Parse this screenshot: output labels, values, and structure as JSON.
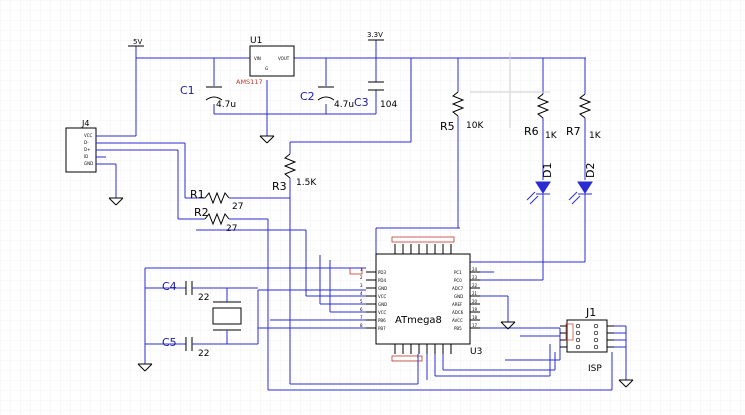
{
  "net_labels": {
    "five_volt": "5V",
    "three_v3": "3.3V"
  },
  "components": {
    "U1": {
      "ref": "U1",
      "part": "AMS117",
      "pin_vin": "VIN",
      "pin_vout": "VOUT",
      "pin_gnd": "G"
    },
    "C1": {
      "ref": "C1",
      "value": "4.7u"
    },
    "C2": {
      "ref": "C2",
      "value": "4.7u"
    },
    "C3": {
      "ref": "C3",
      "value": "104"
    },
    "R1": {
      "ref": "R1",
      "value": "27"
    },
    "R2": {
      "ref": "R2",
      "value": "27"
    },
    "R3": {
      "ref": "R3",
      "value": "1.5K"
    },
    "R5": {
      "ref": "R5",
      "value": "10K"
    },
    "R6": {
      "ref": "R6",
      "value": "1K"
    },
    "R7": {
      "ref": "R7",
      "value": "1K"
    },
    "D1": {
      "ref": "D1"
    },
    "D2": {
      "ref": "D2"
    },
    "C4": {
      "ref": "C4",
      "value": "22"
    },
    "C5": {
      "ref": "C5",
      "value": "22"
    },
    "J4": {
      "ref": "J4",
      "pins": [
        "VCC",
        "D-",
        "D+",
        "ID",
        "GND"
      ]
    },
    "J1": {
      "ref": "J1",
      "name": "ISP"
    },
    "U3": {
      "ref": "U3",
      "part": "ATmega8",
      "left_pins": [
        "PD3",
        "PD4",
        "GND",
        "VCC",
        "GND",
        "VCC",
        "PB6",
        "PB7"
      ],
      "left_nums": [
        "1",
        "2",
        "3",
        "4",
        "5",
        "6",
        "7",
        "8"
      ],
      "right_pins": [
        "PC1",
        "PC0",
        "ADC7",
        "GND",
        "AREF",
        "ADC6",
        "AVCC",
        "PB5"
      ],
      "right_nums": [
        "24",
        "23",
        "22",
        "21",
        "20",
        "19",
        "18",
        "17"
      ]
    }
  }
}
